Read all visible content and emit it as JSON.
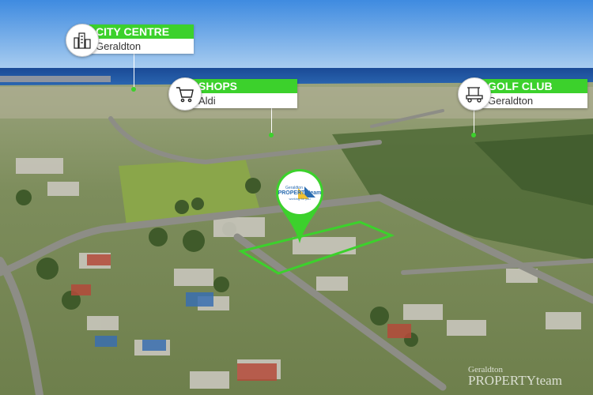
{
  "image": {
    "description_free": true,
    "colors": {
      "accent_green": "#3cd12c",
      "sky": "#6aa6e6",
      "ocean": "#1d4f9a",
      "label_bg": "#ffffff"
    }
  },
  "pois": [
    {
      "name": "CITY CENTRE",
      "place": "Geraldton",
      "icon": "city-buildings-icon"
    },
    {
      "name": "SHOPS",
      "place": "Aldi",
      "icon": "shopping-cart-icon"
    },
    {
      "name": "GOLF CLUB",
      "place": "Geraldton",
      "icon": "golf-cart-icon"
    }
  ],
  "pin": {
    "icon": "location-pin-icon",
    "brand_top": "Geraldton",
    "brand_main": "PROPERTYteam",
    "brand_tag": "working for you"
  },
  "watermark": {
    "top": "Geraldton",
    "main": "PROPERTYteam"
  }
}
